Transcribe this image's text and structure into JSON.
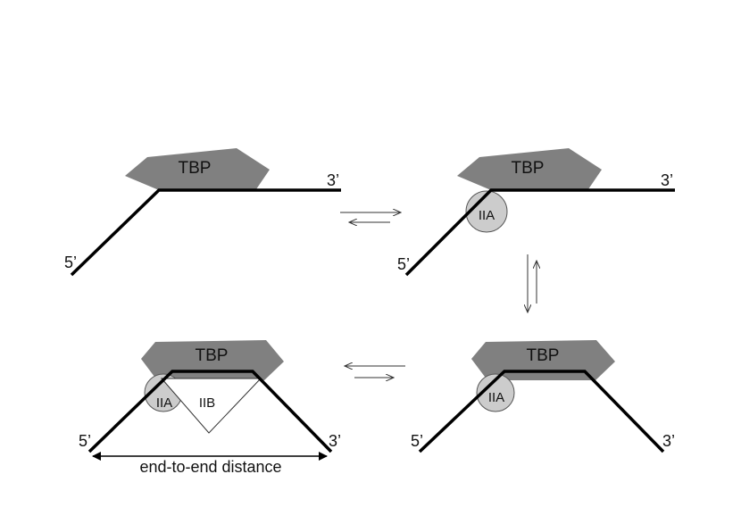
{
  "diagram": {
    "colors": {
      "dna": "#000000",
      "tbp": "#808080",
      "tfiia": "#cccccc",
      "tfiib": "#ffffff",
      "arrows": "#333333"
    },
    "states": [
      {
        "tbp": "TBP",
        "five_prime": "5’",
        "three_prime": "3’"
      },
      {
        "tbp": "TBP",
        "factor_a": "IIA",
        "five_prime": "5’",
        "three_prime": "3’"
      },
      {
        "tbp": "TBP",
        "factor_a": "IIA",
        "five_prime": "5’",
        "three_prime": "3’"
      },
      {
        "tbp": "TBP",
        "factor_a": "IIA",
        "factor_b": "IIB",
        "five_prime": "5’",
        "three_prime": "3’"
      }
    ],
    "distance_label": "end-to-end distance",
    "arrow_type": "equilibrium"
  }
}
